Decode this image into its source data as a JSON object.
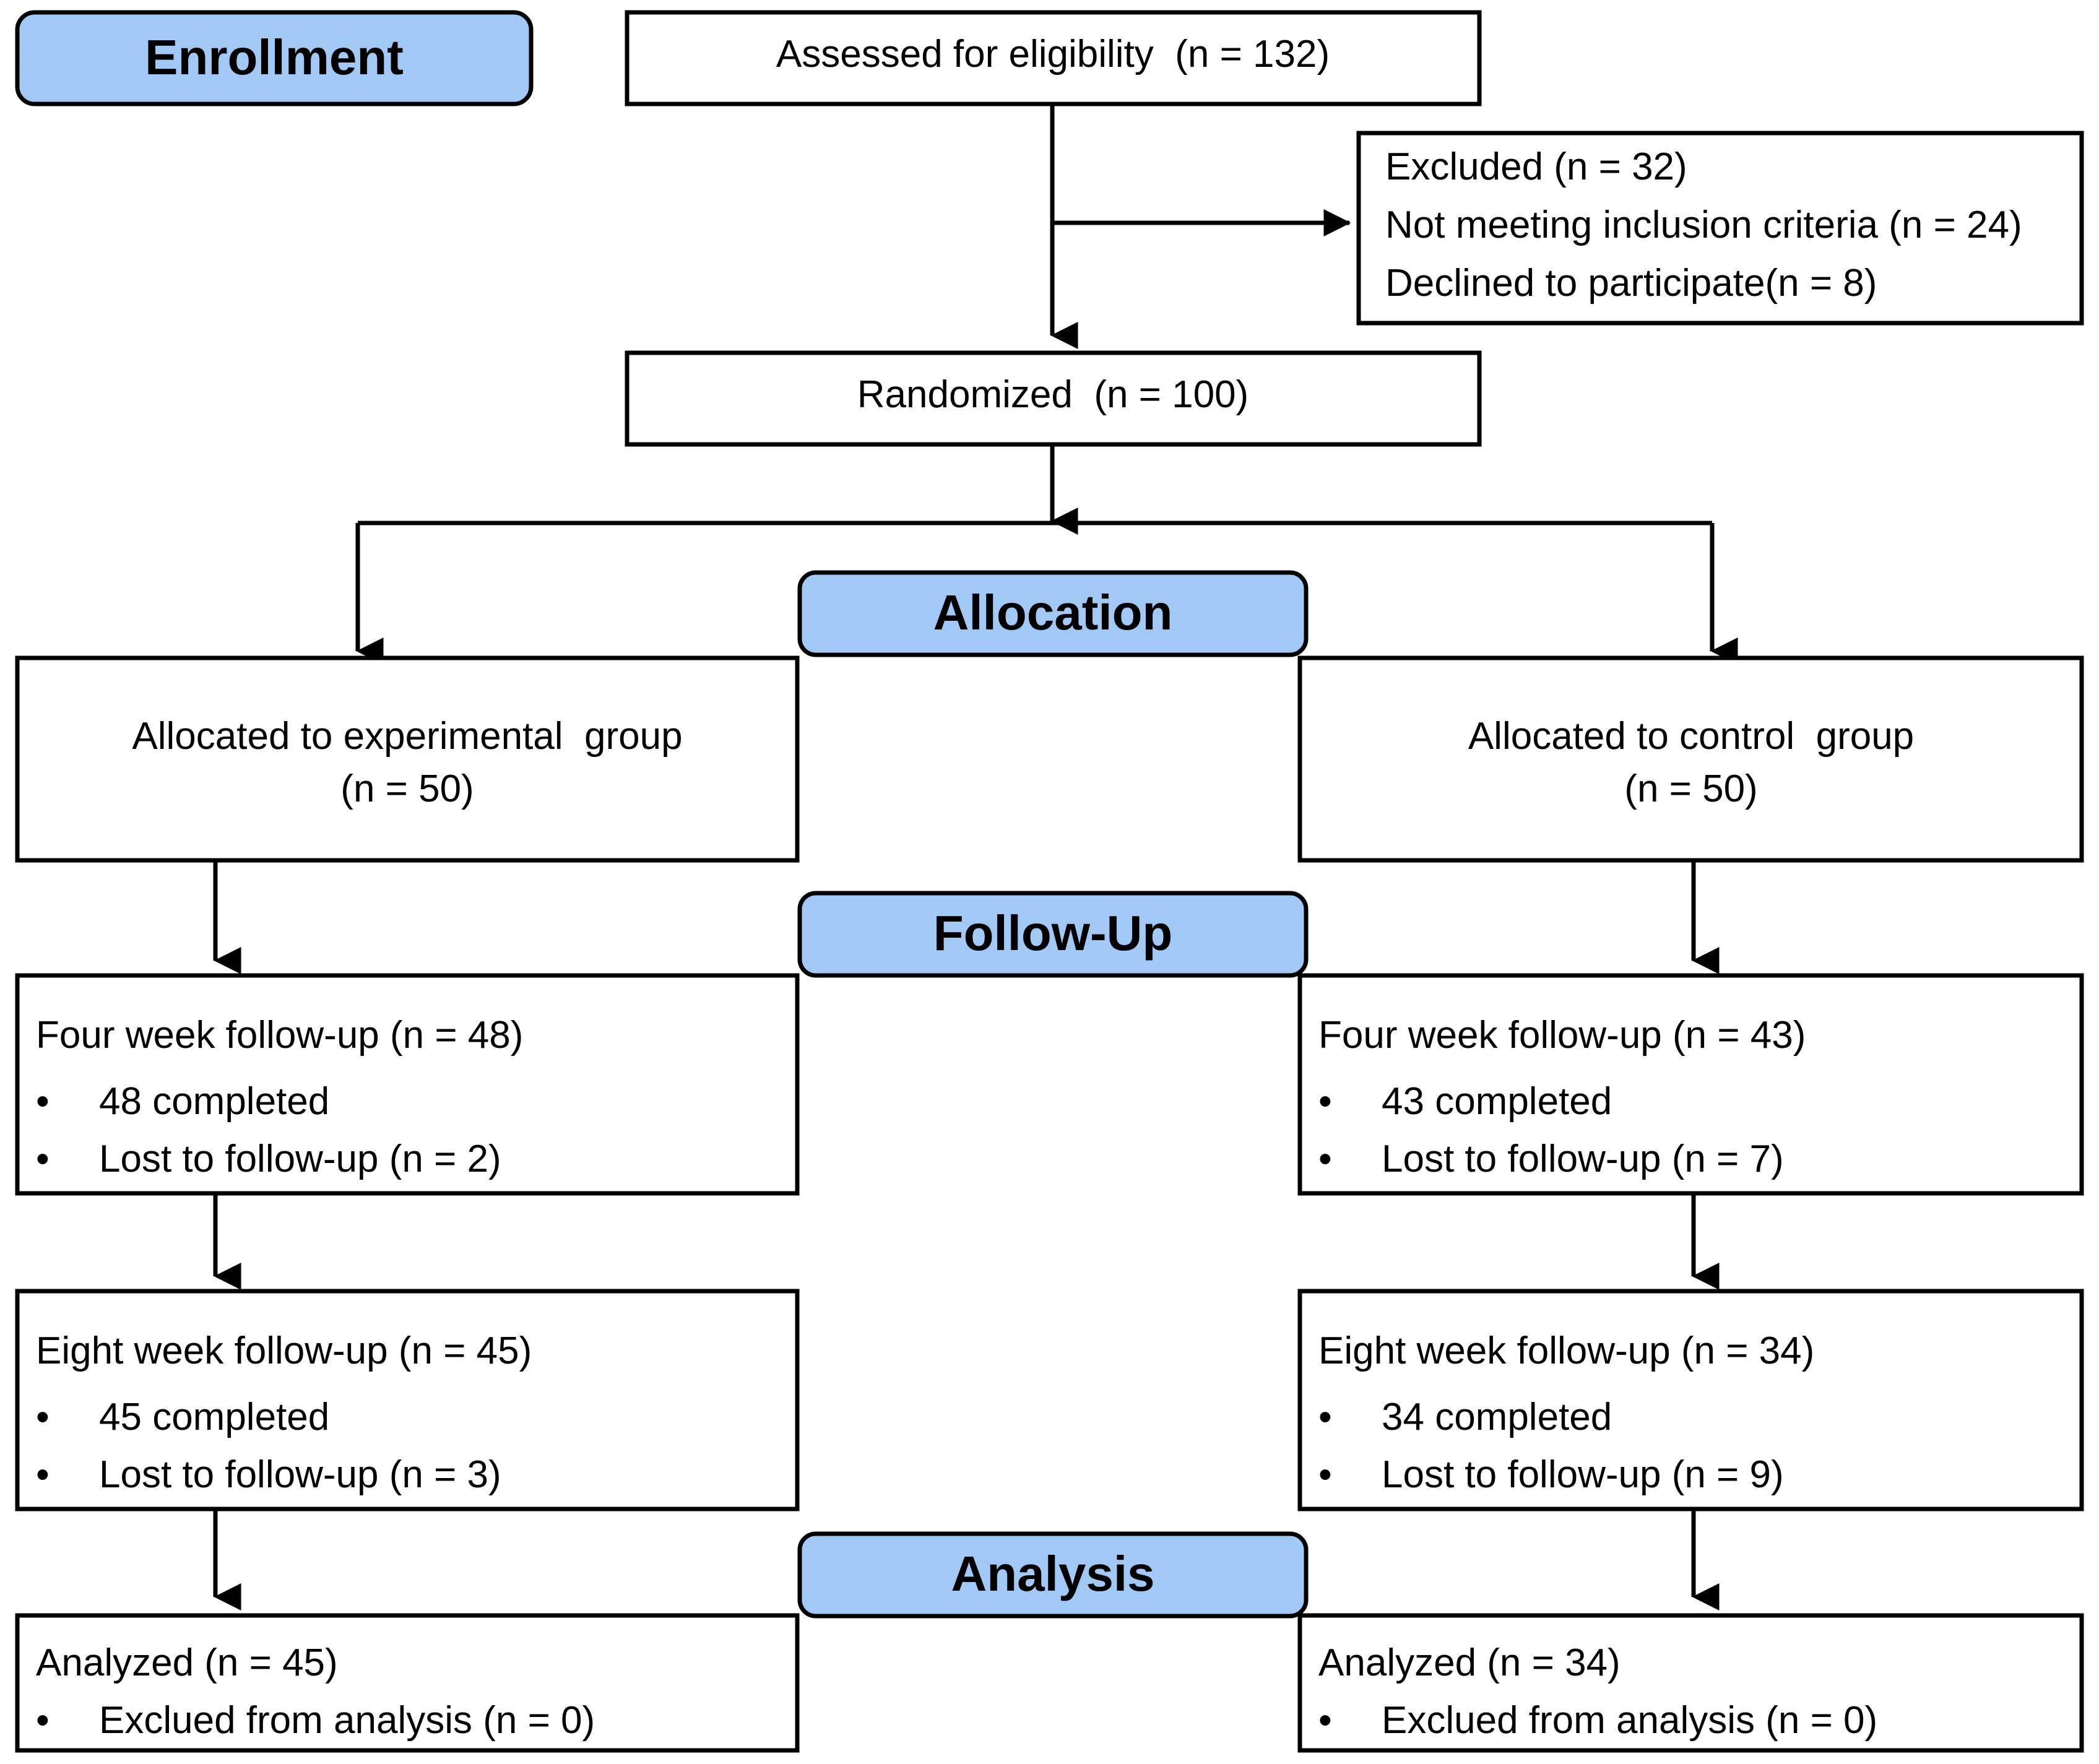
{
  "diagram": {
    "title": "CONSORT participant flow diagram",
    "accent_color": "#A2C8F5",
    "line_color": "#000000",
    "box_fill": "#FFFFFF"
  },
  "stages": {
    "enrollment": "Enrollment",
    "allocation": "Allocation",
    "followup": "Follow-Up",
    "analysis": "Analysis"
  },
  "enrollment": {
    "assessed": "Assessed for eligibility  (n = 132)",
    "excluded_title": "Excluded (n = 32)",
    "excluded_reason_1": "Not meeting inclusion criteria (n = 24)",
    "excluded_reason_2": "Declined to participate(n = 8)",
    "randomized": "Randomized  (n = 100)"
  },
  "experimental": {
    "allocated_line1": "Allocated to experimental  group",
    "allocated_line2": "(n = 50)",
    "four_week_title": "Four week follow-up (n = 48)",
    "four_week_bullet_1": "48 completed",
    "four_week_bullet_2": "Lost to follow-up (n = 2)",
    "eight_week_title": "Eight week follow-up (n = 45)",
    "eight_week_bullet_1": "45 completed",
    "eight_week_bullet_2": "Lost to follow-up (n = 3)",
    "analyzed_title": "Analyzed (n = 45)",
    "analyzed_bullet_1": "Exclued from analysis (n = 0)"
  },
  "control": {
    "allocated_line1": "Allocated to control  group",
    "allocated_line2": "(n = 50)",
    "four_week_title": "Four week follow-up (n = 43)",
    "four_week_bullet_1": "43 completed",
    "four_week_bullet_2": "Lost to follow-up (n = 7)",
    "eight_week_title": "Eight week follow-up (n = 34)",
    "eight_week_bullet_1": "34 completed",
    "eight_week_bullet_2": "Lost to follow-up (n = 9)",
    "analyzed_title": "Analyzed (n = 34)",
    "analyzed_bullet_1": "Exclued from analysis (n = 0)"
  },
  "bullet_glyph": "•",
  "chart_data": {
    "type": "table",
    "title": "CONSORT flow counts",
    "categories": [
      "Assessed",
      "Excluded",
      "Randomized",
      "Allocated experimental",
      "Allocated control",
      "4wk exp",
      "4wk ctrl",
      "8wk exp",
      "8wk ctrl",
      "Analyzed exp",
      "Analyzed ctrl"
    ],
    "values": [
      132,
      32,
      100,
      50,
      50,
      48,
      43,
      45,
      34,
      45,
      34
    ]
  }
}
